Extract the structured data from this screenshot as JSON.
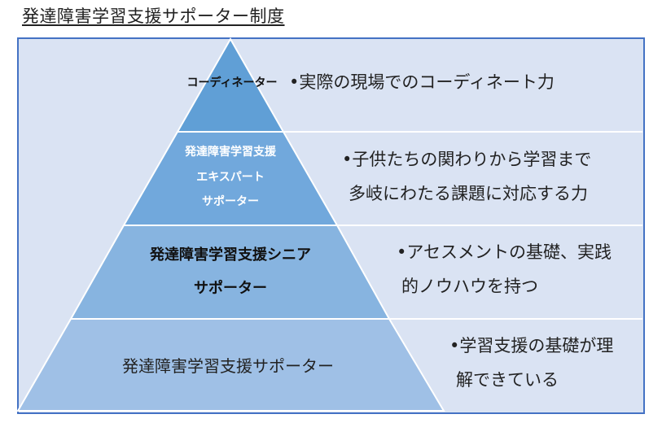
{
  "title": "発達障害学習支援サポーター制度",
  "colors": {
    "frame": "#4472c4",
    "background": "#dae3f3",
    "tier1": "#609fd6",
    "tier2": "#71a8dc",
    "tier3": "#87b4e0",
    "tier4": "#9fc0e6"
  },
  "tiers": [
    {
      "name_lines": [
        "コーディネーター"
      ],
      "description_lines": [
        "•実際の現場でのコーディネート力"
      ]
    },
    {
      "name_lines": [
        "発達障害学習支援",
        "エキスパート",
        "サポーター"
      ],
      "description_lines": [
        "•子供たちの関わりから学習まで",
        "多岐にわたる課題に対応する力"
      ]
    },
    {
      "name_lines": [
        "発達障害学習支援シニア",
        "サポーター"
      ],
      "description_lines": [
        "•アセスメントの基礎、実践",
        "的ノウハウを持つ"
      ]
    },
    {
      "name_lines": [
        "発達障害学習支援サポーター"
      ],
      "description_lines": [
        "•学習支援の基礎が理",
        "解できている"
      ]
    }
  ]
}
